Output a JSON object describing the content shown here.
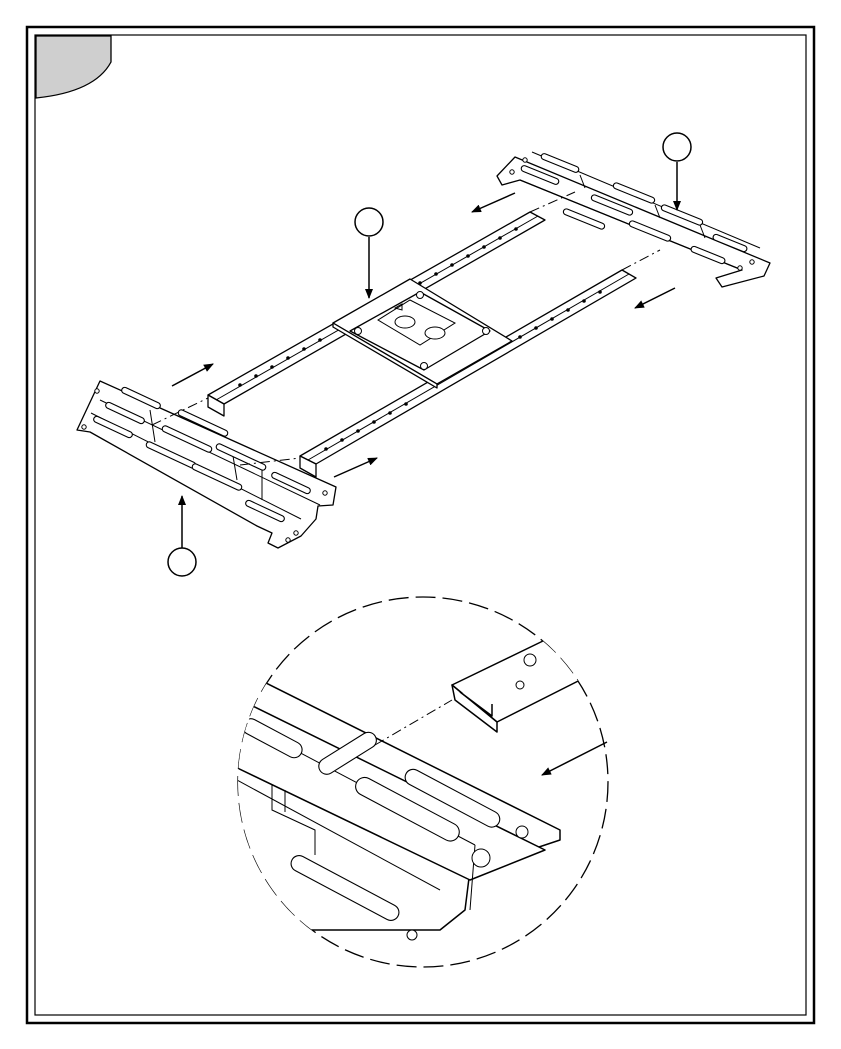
{
  "figure": {
    "step_tab": "",
    "callouts": [
      "",
      "",
      ""
    ],
    "parts": [
      "left-wall-plate",
      "right-wall-plate",
      "upper-rail",
      "lower-rail",
      "center-mounting-plate"
    ],
    "detail_view": "rail-into-wall-plate-slot",
    "icons": [
      "insert-direction-arrow",
      "dash-dot-center-line"
    ]
  }
}
